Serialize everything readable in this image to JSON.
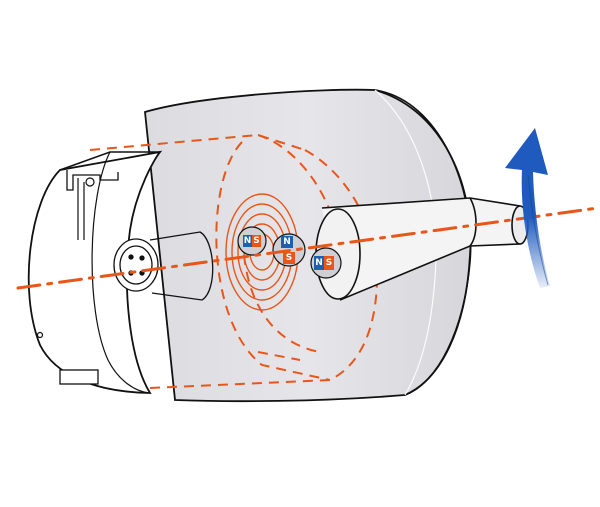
{
  "colors": {
    "background": "#ffffff",
    "housing_fill": "#e3e3e6",
    "housing_dark": "#d2d2d6",
    "outline": "#111111",
    "axis": "#e8561a",
    "hidden_lines": "#e8561a",
    "rotation_arrow": "#1f5bbf",
    "magnet_north": "#1d5fb0",
    "magnet_south": "#e8561a"
  },
  "icons": {
    "rotation": "curved-rotation-arrow-icon"
  },
  "magnets": [
    {
      "pole_1": "N",
      "pole_2": "S"
    },
    {
      "pole_1": "N",
      "pole_2": "S"
    },
    {
      "pole_1": "N",
      "pole_2": "S"
    }
  ]
}
